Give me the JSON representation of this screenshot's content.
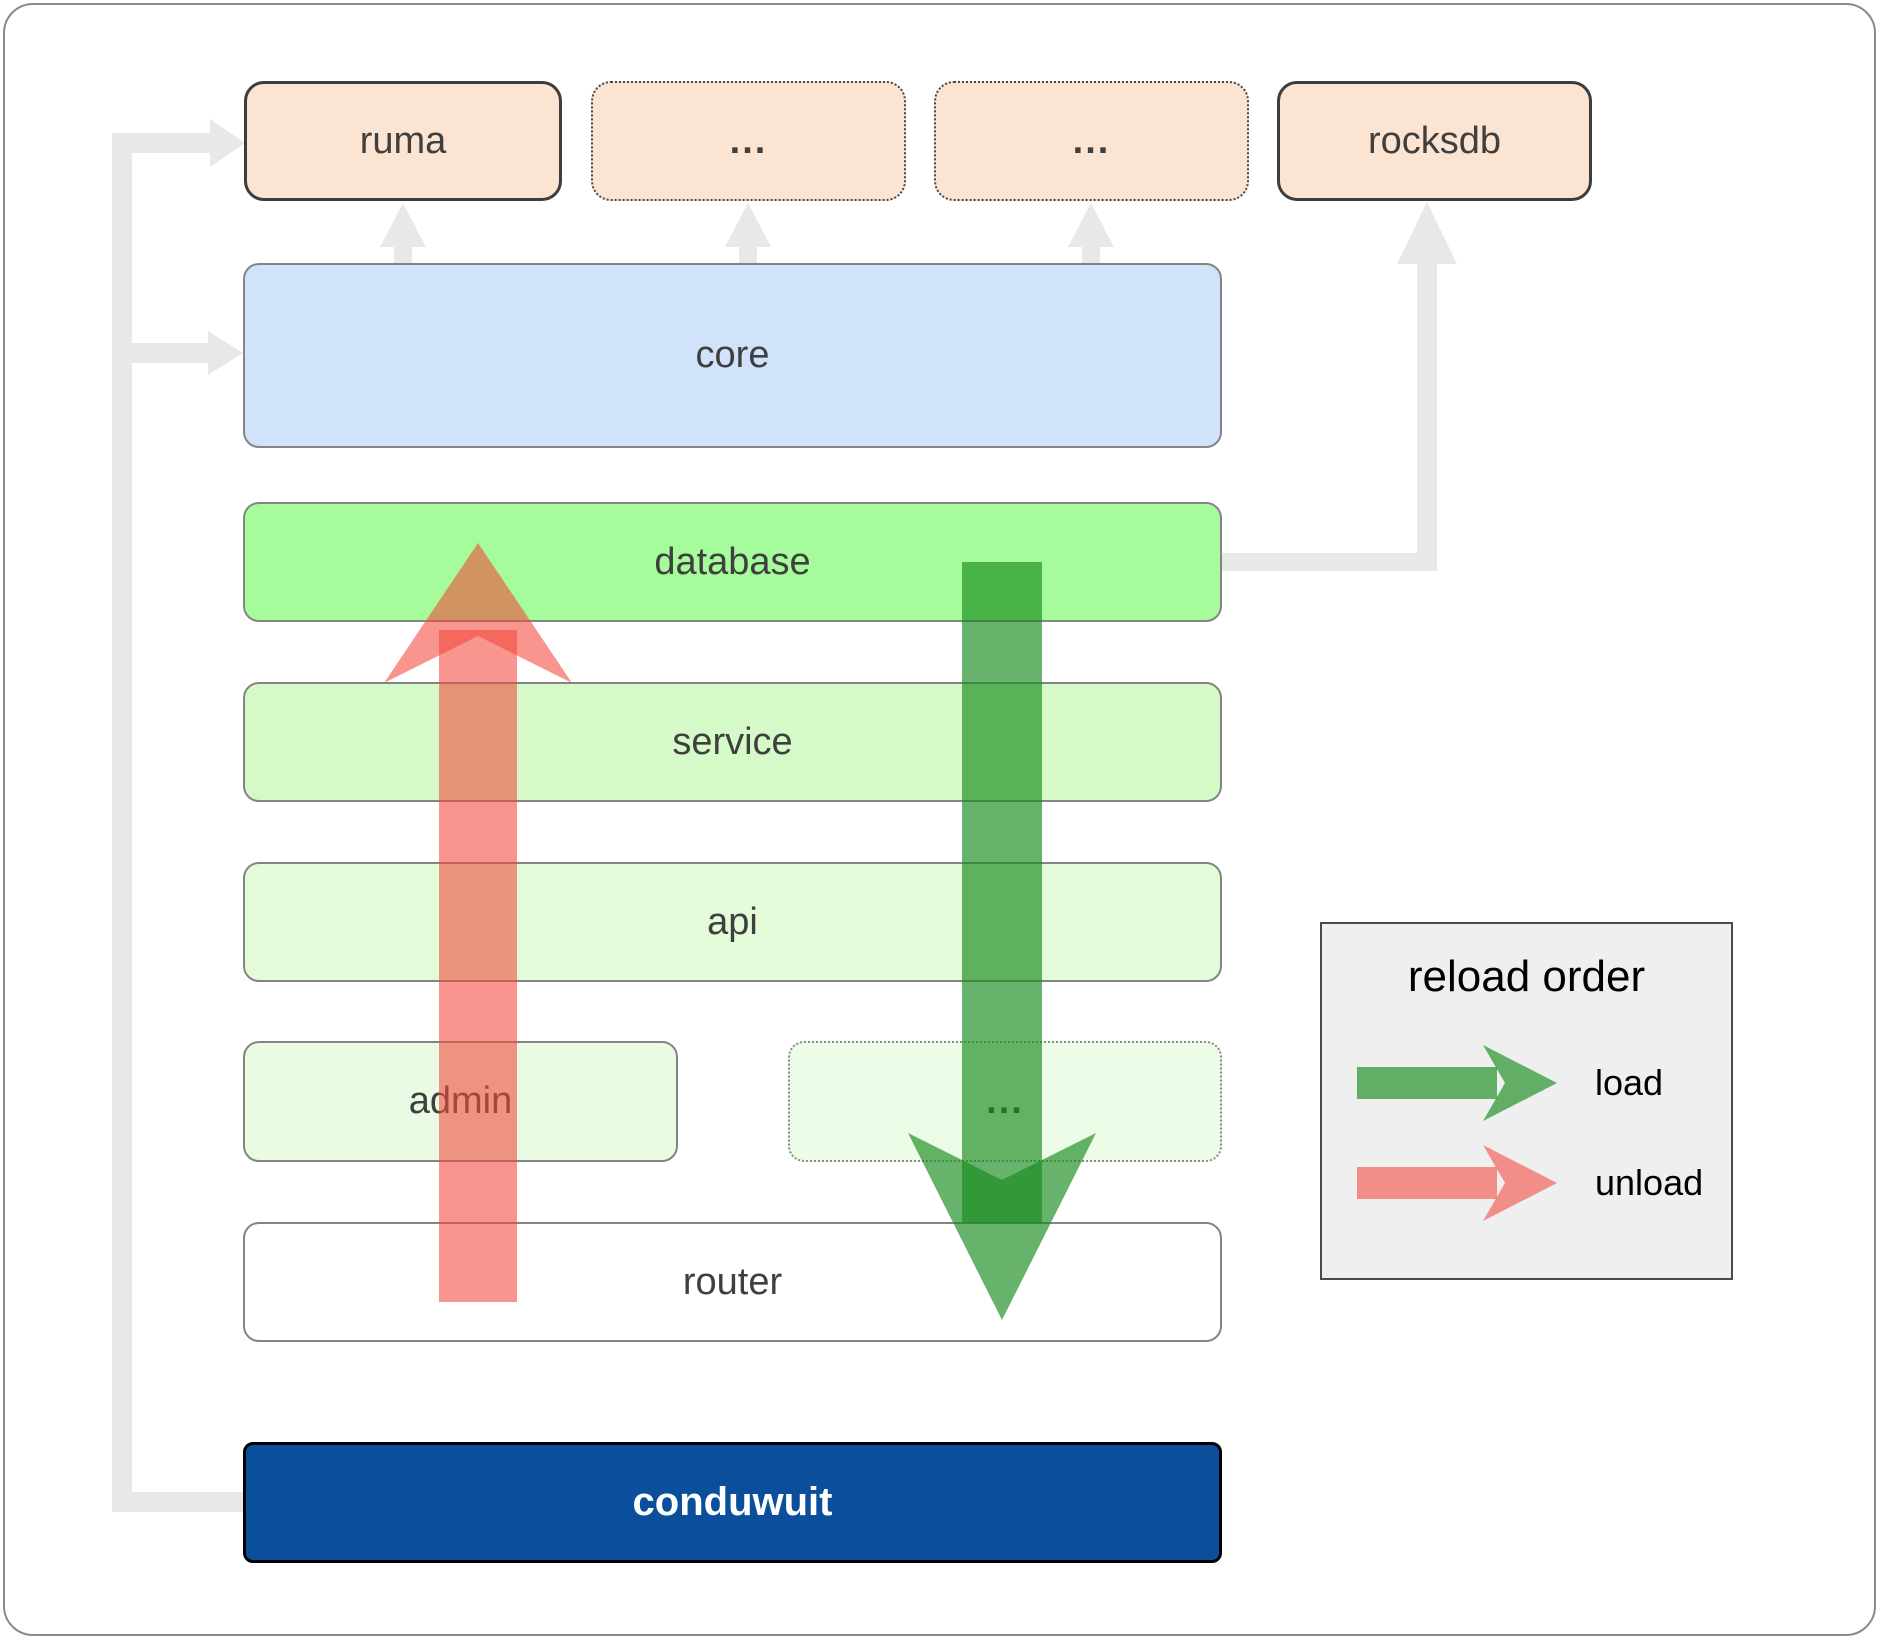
{
  "boxes": {
    "ruma": {
      "label": "ruma"
    },
    "dots1": {
      "label": "..."
    },
    "dots2": {
      "label": "..."
    },
    "rocksdb": {
      "label": "rocksdb"
    },
    "core": {
      "label": "core"
    },
    "database": {
      "label": "database"
    },
    "service": {
      "label": "service"
    },
    "api": {
      "label": "api"
    },
    "admin": {
      "label": "admin"
    },
    "dots3": {
      "label": "..."
    },
    "router": {
      "label": "router"
    },
    "conduwuit": {
      "label": "conduwuit"
    }
  },
  "legend": {
    "title": "reload order",
    "load_label": "load",
    "unload_label": "unload"
  },
  "colors": {
    "module_fill": "#fce4d2",
    "core_fill": "#d0e3fa",
    "database_fill": "#a6fb9a",
    "service_fill": "#d5fac8",
    "api_fill": "#e4fbd9",
    "admin_fill": "#e9fbe2",
    "router_fill": "#ffffff",
    "conduwuit_fill": "#0a4e9c",
    "load_arrow_green": "#198c1e",
    "unload_arrow_red": "#f2483d",
    "connector_gray": "#e8e8e8",
    "legend_bg": "#efefef"
  }
}
